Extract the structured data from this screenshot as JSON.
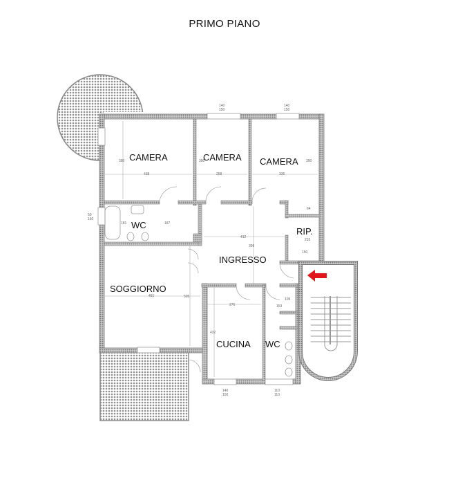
{
  "title": "PRIMO PIANO",
  "colors": {
    "wall": "#8a8a8a",
    "wall_hatch": "#b5b5b5",
    "terrace_hatch": "#9a9a9a",
    "line": "#9a9a9a",
    "entrance_arrow": "#e0161b",
    "text": "#111111"
  },
  "rooms": [
    {
      "name": "camera_1",
      "label": "CAMERA",
      "dims": [
        "438",
        "390"
      ]
    },
    {
      "name": "camera_2",
      "label": "CAMERA",
      "dims": [
        "258",
        "390"
      ]
    },
    {
      "name": "camera_3",
      "label": "CAMERA",
      "dims": [
        "336",
        "390"
      ]
    },
    {
      "name": "wc_1",
      "label": "WC",
      "dims": [
        "181",
        "187"
      ]
    },
    {
      "name": "ripostiglio",
      "label": "RIP.",
      "dims": [
        "64",
        "215",
        "150"
      ]
    },
    {
      "name": "ingresso",
      "label": "INGRESSO",
      "dims": [
        "412",
        "399"
      ]
    },
    {
      "name": "soggiorno",
      "label": "SOGGIORNO",
      "dims": [
        "481",
        "505"
      ]
    },
    {
      "name": "cucina",
      "label": "CUCINA",
      "dims": [
        "276",
        "432"
      ]
    },
    {
      "name": "wc_2",
      "label": "WC",
      "dims": [
        "153",
        "105"
      ]
    }
  ],
  "windows": [
    {
      "name": "window-camera-2",
      "dims": [
        "140",
        "150"
      ]
    },
    {
      "name": "window-camera-3",
      "dims": [
        "140",
        "150"
      ]
    },
    {
      "name": "window-wc-1",
      "dims": [
        "50",
        "150"
      ]
    },
    {
      "name": "window-cucina",
      "dims": [
        "140",
        "150"
      ]
    },
    {
      "name": "window-wc-2",
      "dims": [
        "110",
        "110"
      ]
    }
  ],
  "features": {
    "entrance_arrow": "entrance",
    "staircase": "stairs",
    "terraces": [
      "round balcony",
      "terrace"
    ]
  }
}
